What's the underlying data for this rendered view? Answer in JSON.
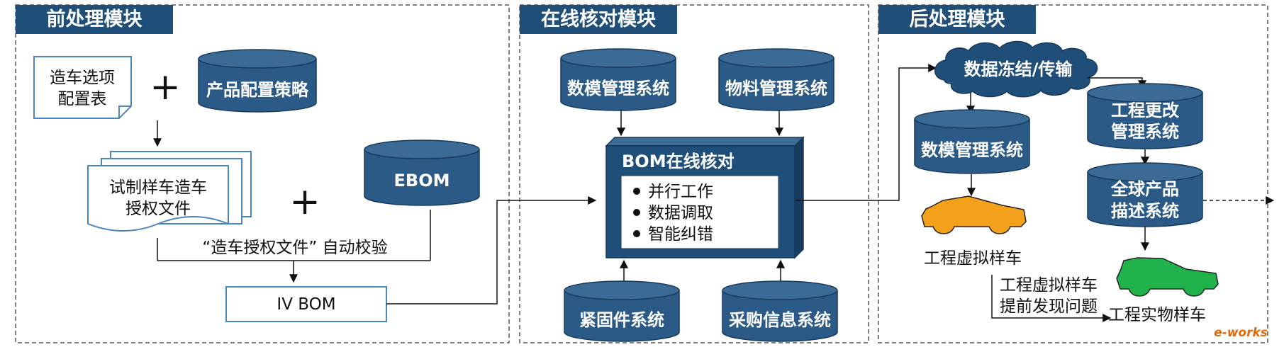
{
  "colors": {
    "navy": "#1f4e79",
    "cyl_body": "#2a5a85",
    "cyl_top": "#3b6a94",
    "frame_dash": "#555555",
    "sheet_border": "#4d86bf",
    "car_orange": "#f3a01b",
    "car_green": "#22b24c"
  },
  "modules": {
    "pre": {
      "title": "前处理模块",
      "option_table": [
        "造车选项",
        "配置表"
      ],
      "plus": "+",
      "config_strategy": "产品配置策略",
      "auth_doc": [
        "试制样车造车",
        "授权文件"
      ],
      "ebom": "EBOM",
      "auto_check": "“造车授权文件”  自动校验",
      "iv_bom": "IV BOM"
    },
    "online": {
      "title": "在线核对模块",
      "data_mgmt": "数模管理系统",
      "material_mgmt": "物料管理系统",
      "bom_title": "BOM在线核对",
      "bullets": [
        "并行工作",
        "数据调取",
        "智能纠错"
      ],
      "fastener": "紧固件系统",
      "purchase": "采购信息系统"
    },
    "post": {
      "title": "后处理模块",
      "freeze": "数据冻结/传输",
      "data_mgmt": "数模管理系统",
      "change_mgmt": [
        "工程更改",
        "管理系统"
      ],
      "global_desc": [
        "全球产品",
        "描述系统"
      ],
      "virtual_car": "工程虚拟样车",
      "virtual_note": [
        "工程虚拟样车",
        "提前发现问题"
      ],
      "physical_car": "工程实物样车"
    }
  },
  "watermark": "e-works"
}
